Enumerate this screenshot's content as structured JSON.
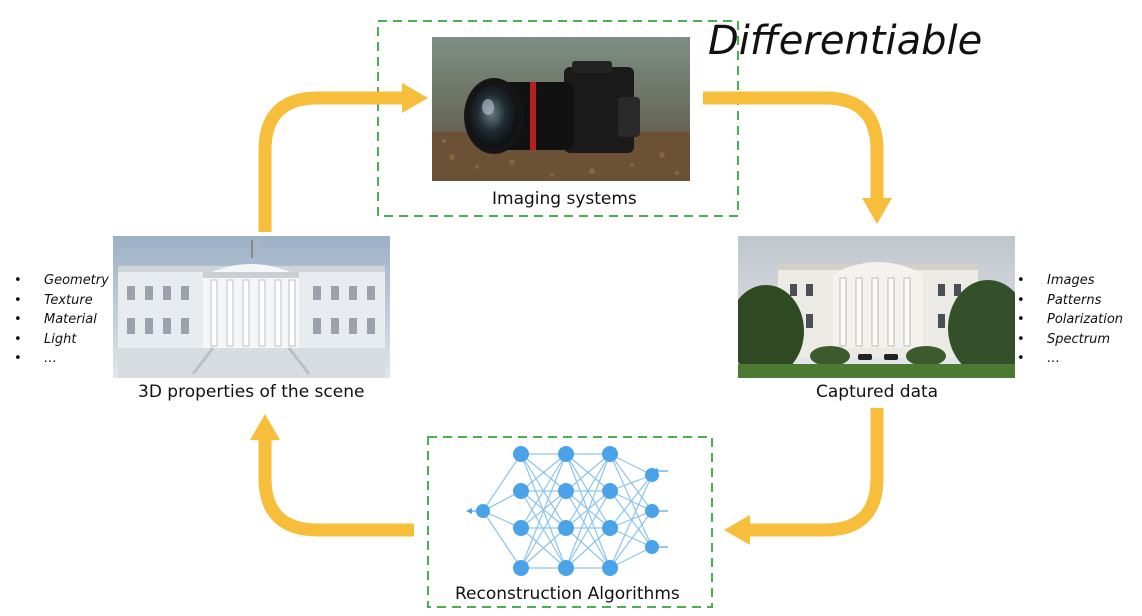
{
  "title": "Differentiable",
  "nodes": {
    "imaging": {
      "caption": "Imaging systems",
      "image": "camera-photo"
    },
    "scene": {
      "caption": "3D properties of the scene",
      "image": "white-house-render"
    },
    "captured": {
      "caption": "Captured data",
      "image": "white-house-photo"
    },
    "reconstruction": {
      "caption": "Reconstruction Algorithms",
      "image": "neural-network-icon"
    }
  },
  "scene_properties": [
    "Geometry",
    "Texture",
    "Material",
    "Light",
    "…"
  ],
  "captured_types": [
    "Images",
    "Patterns",
    "Polarization",
    "Spectrum",
    "…"
  ],
  "colors": {
    "arrow": "#F7BE3C",
    "dashed_box": "#4CAF50",
    "network_node": "#4AA3E8",
    "network_edge": "#8CC4F0"
  }
}
